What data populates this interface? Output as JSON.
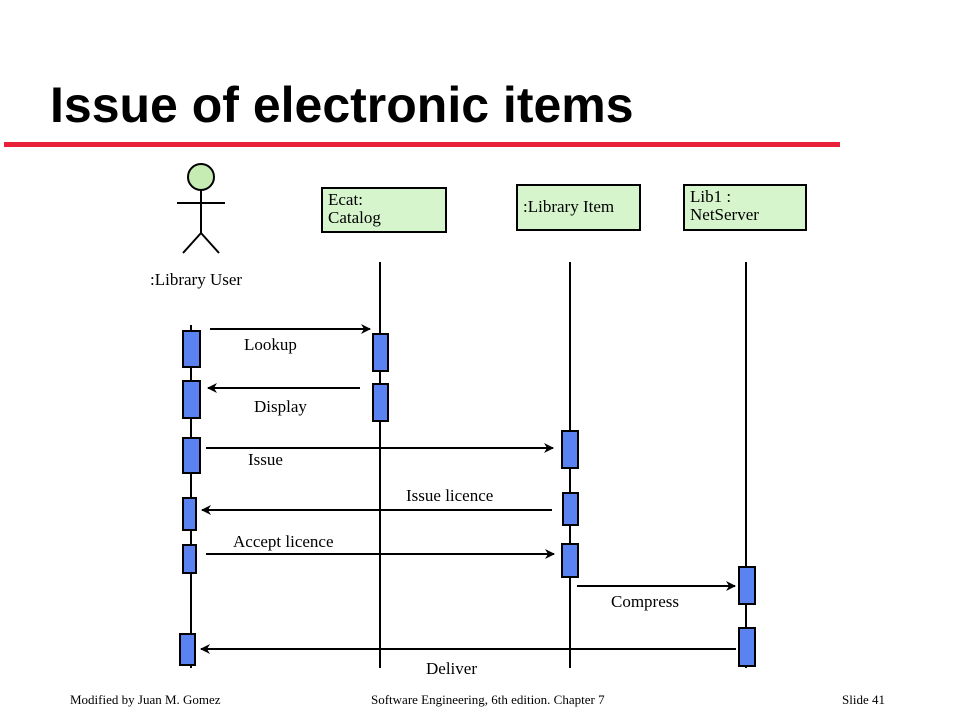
{
  "slide": {
    "title": "Issue of electronic items",
    "accent_color": "#e8203a"
  },
  "diagram": {
    "actor": {
      "label": ":Library User",
      "icon": "stick-figure-icon",
      "head_color": "#c6ecb4"
    },
    "objects": [
      {
        "label": "Ecat:\nCatalog"
      },
      {
        "label": ":Library Item"
      },
      {
        "label": "Lib1 :\nNetServer"
      }
    ],
    "messages": [
      {
        "label": "Lookup"
      },
      {
        "label": "Display"
      },
      {
        "label": "Issue"
      },
      {
        "label": "Issue licence"
      },
      {
        "label": "Accept licence"
      },
      {
        "label": "Compress"
      },
      {
        "label": "Deliver"
      }
    ],
    "activation_color": "#5a82f0",
    "object_fill_color": "#d6f5cc"
  },
  "footer": {
    "left": "Modified by Juan M. Gomez",
    "center": "Software Engineering, 6th edition. Chapter 7",
    "right": "Slide  41"
  }
}
